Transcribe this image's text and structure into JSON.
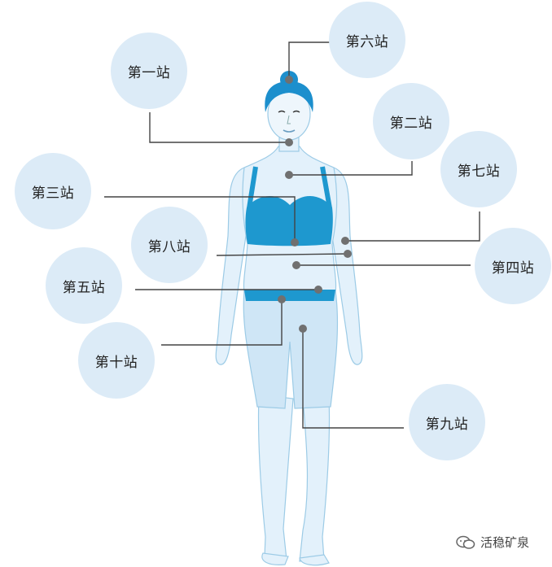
{
  "diagram": {
    "stations": {
      "s1": "第一站",
      "s2": "第二站",
      "s3": "第三站",
      "s4": "第四站",
      "s5": "第五站",
      "s6": "第六站",
      "s7": "第七站",
      "s8": "第八站",
      "s9": "第九站",
      "s10": "第十站"
    },
    "colors": {
      "circle_fill": "#dcebf7",
      "leader_line": "#444444",
      "marker_dot": "#707070",
      "garment": "#1e98cf",
      "body_fill": "#e3f1fb",
      "body_outline": "#9ccbe6",
      "hair": "#1c8fcd"
    },
    "watermark": "活稳矿泉"
  }
}
